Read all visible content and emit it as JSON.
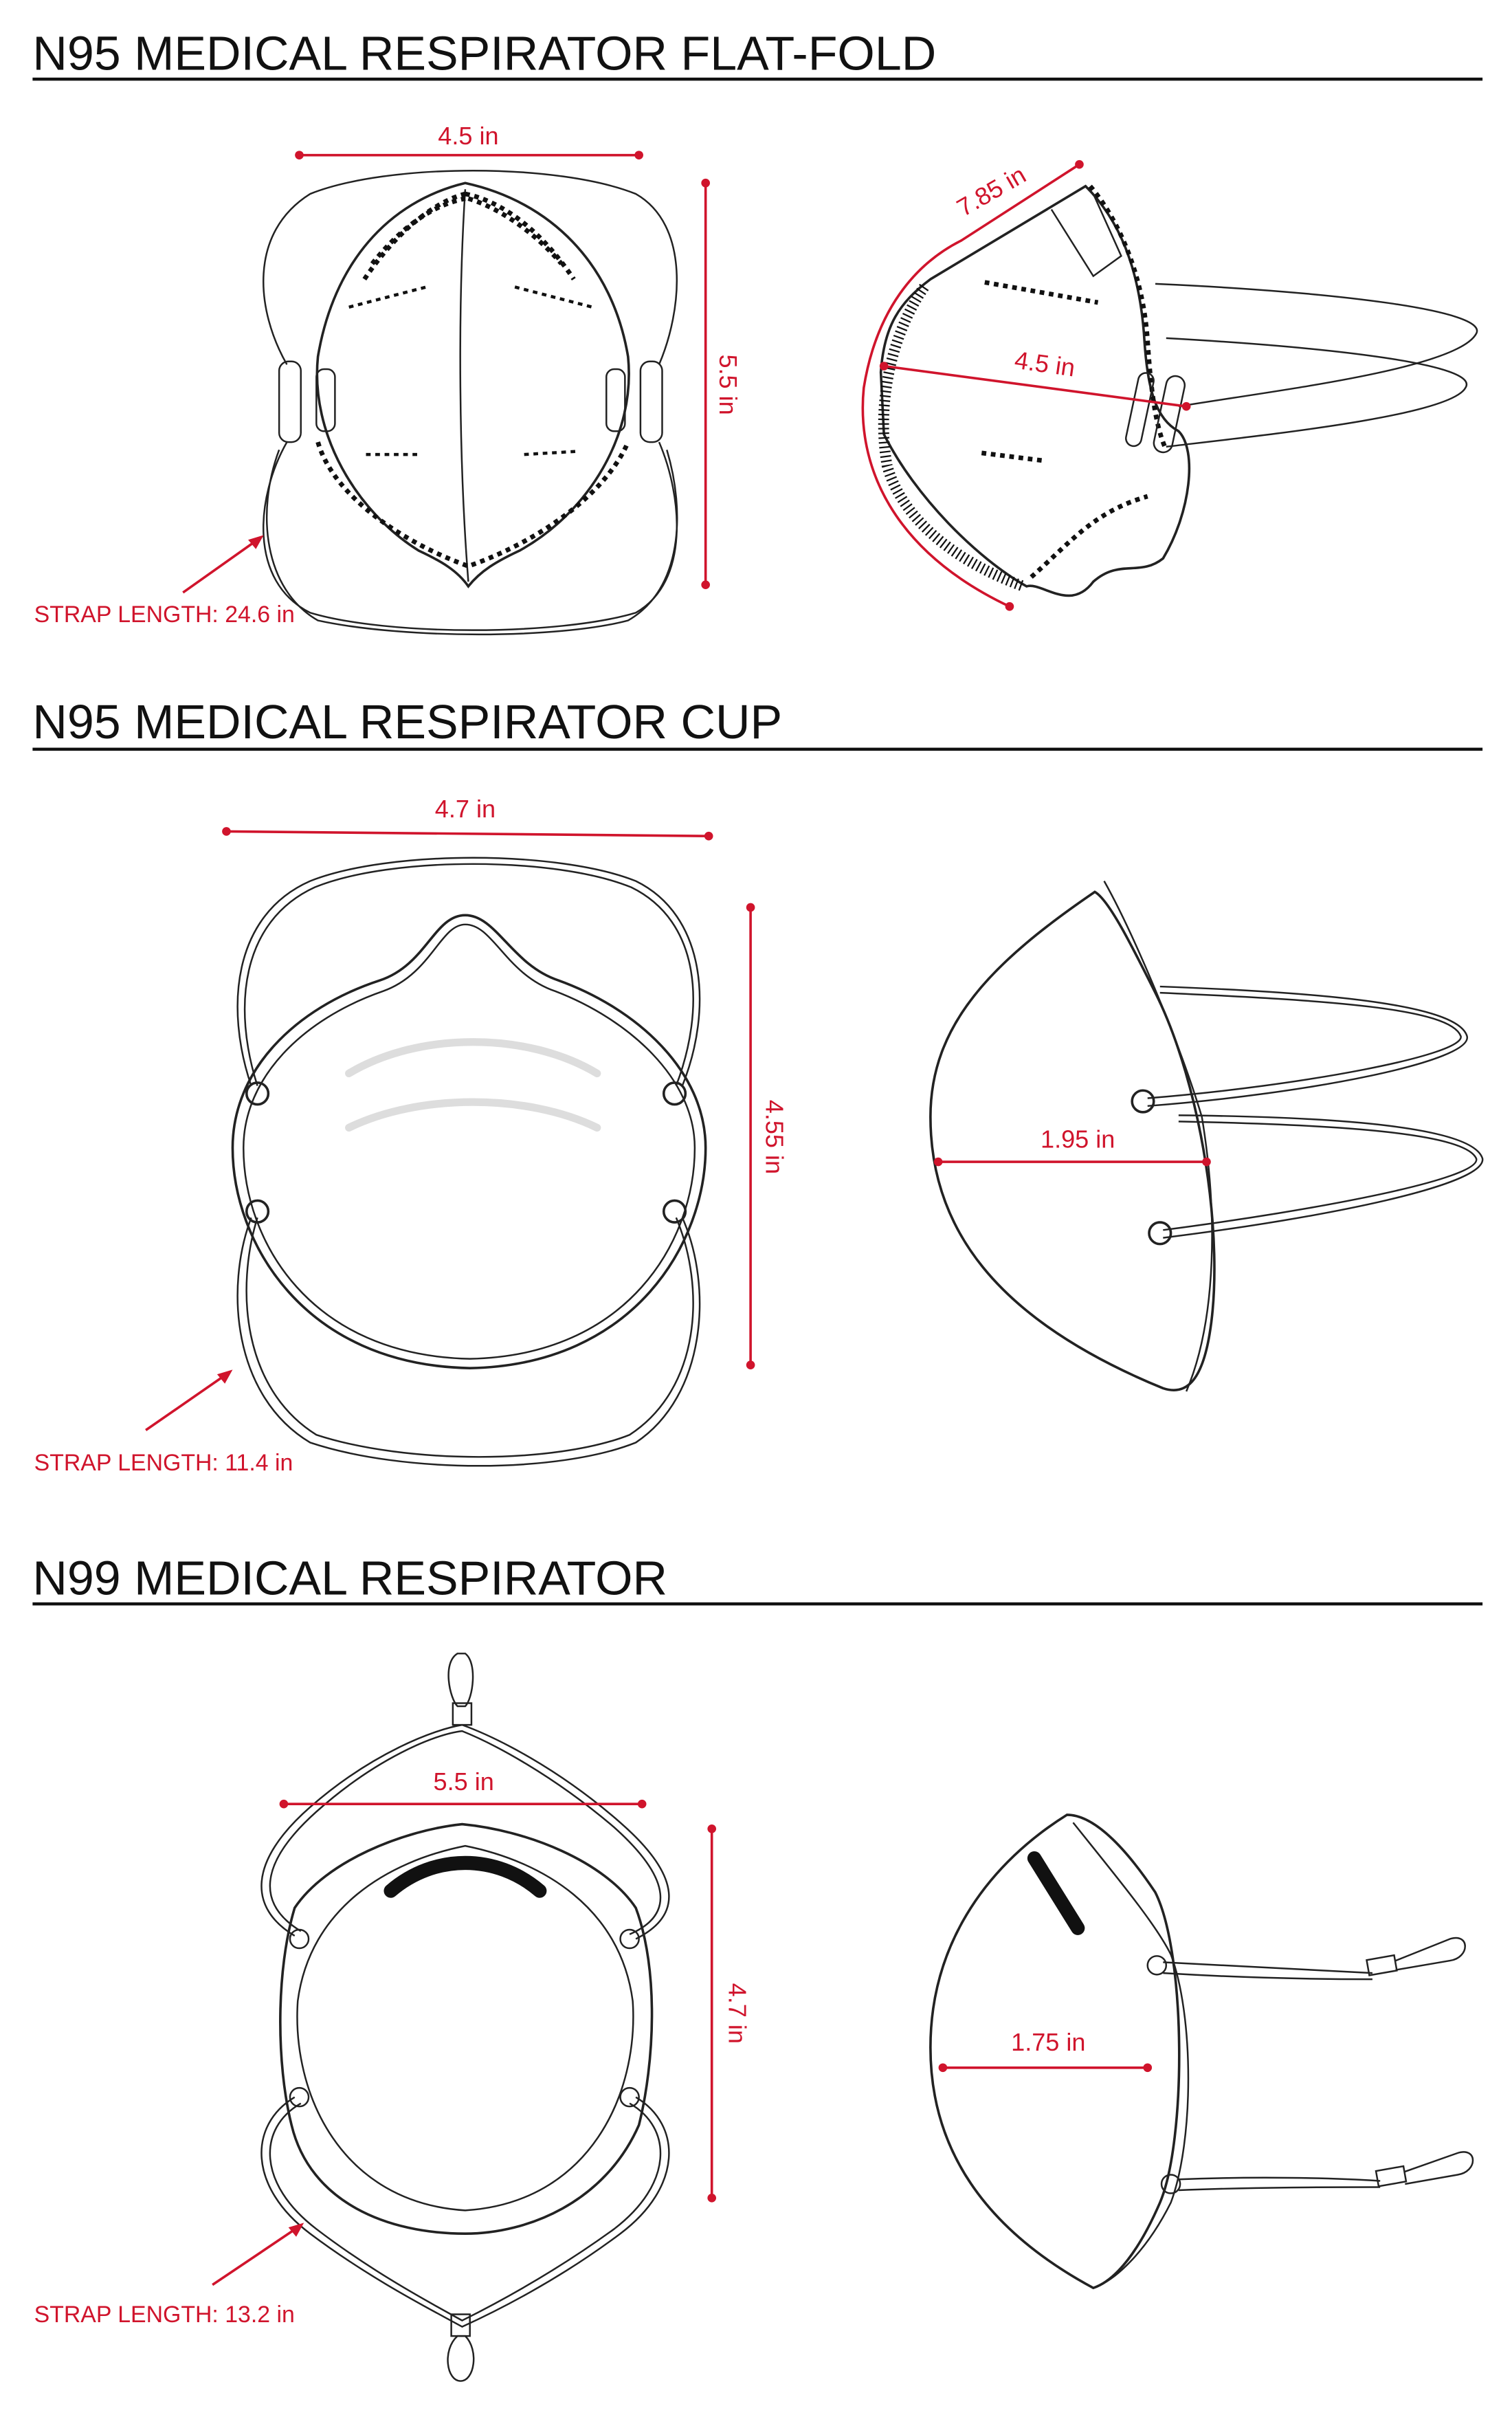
{
  "sections": [
    {
      "title": "N95 MEDICAL RESPIRATOR FLAT-FOLD",
      "front": {
        "width": "4.5 in",
        "height": "5.5 in"
      },
      "side": {
        "length": "7.85 in",
        "depth": "4.5 in"
      },
      "strap_length": "STRAP LENGTH: 24.6 in"
    },
    {
      "title": "N95 MEDICAL RESPIRATOR CUP",
      "front": {
        "width": "4.7 in",
        "height": "4.55 in"
      },
      "side": {
        "depth": "1.95 in"
      },
      "strap_length": "STRAP LENGTH: 11.4 in"
    },
    {
      "title": "N99 MEDICAL RESPIRATOR",
      "front": {
        "width": "5.5 in",
        "height": "4.7 in"
      },
      "side": {
        "depth": "1.75 in"
      },
      "strap_length": "STRAP LENGTH: 13.2 in"
    }
  ],
  "colors": {
    "accent": "#d0142c",
    "line": "#222222"
  }
}
